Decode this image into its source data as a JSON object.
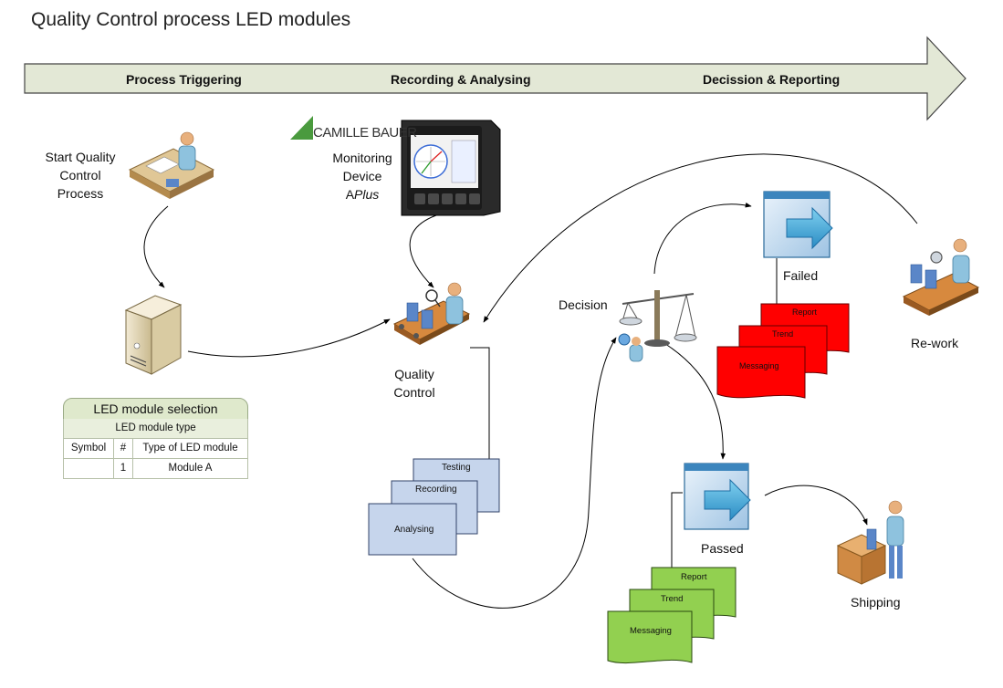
{
  "title": "Quality Control process LED modules",
  "phases": [
    "Process Triggering",
    "Recording & Analysing",
    "Decission & Reporting"
  ],
  "nodes": {
    "start": [
      "Start Quality",
      "Control",
      "Process"
    ],
    "monitoring_brand": "CAMILLE BAUER",
    "monitoring_device": [
      "Monitoring",
      "Device"
    ],
    "monitoring_model_prefix": "A",
    "monitoring_model_suffix": "Plus",
    "quality_control": [
      "Quality",
      "Control"
    ],
    "decision": "Decision",
    "failed": "Failed",
    "rework": "Re-work",
    "passed": "Passed",
    "shipping": "Shipping"
  },
  "qc_docs": [
    "Testing",
    "Recording",
    "Analysing"
  ],
  "failed_docs": [
    "Report",
    "Trend",
    "Messaging"
  ],
  "passed_docs": [
    "Report",
    "Trend",
    "Messaging"
  ],
  "selection_table": {
    "title": "LED module selection",
    "subtitle": "LED module type",
    "columns": [
      "Symbol",
      "#",
      "Type of LED module"
    ],
    "rows": [
      {
        "num": "1",
        "type": "Module A"
      }
    ]
  },
  "colors": {
    "arrow_fill": "#e3e8d6",
    "qc_docs": "#c6d5ec",
    "failed_docs": "#ff0000",
    "passed_docs": "#92d050",
    "panel_blue": "#4a8fc3"
  }
}
